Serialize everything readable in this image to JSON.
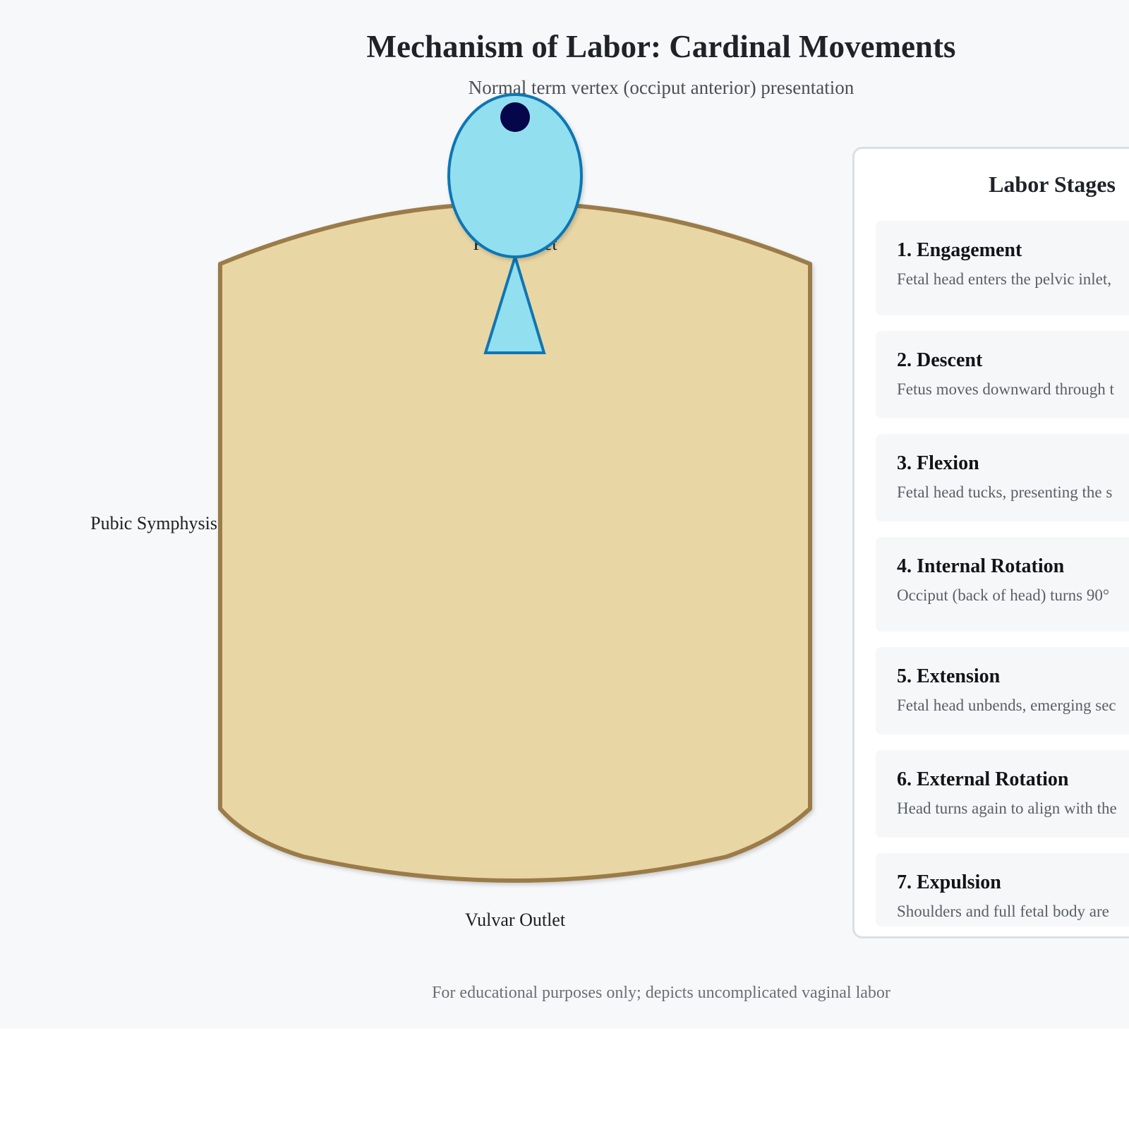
{
  "header": {
    "title": "Mechanism of Labor: Cardinal Movements",
    "subtitle": "Normal term vertex (occiput anterior) presentation"
  },
  "diagram": {
    "labels": {
      "pelvic_inlet": "Pelvic Inlet",
      "pubic_symphysis": "Pubic Symphysis",
      "vulvar_outlet": "Vulvar Outlet"
    },
    "colors": {
      "pelvis_fill": "#e9d6a5",
      "pelvis_stroke": "#9b7b4a",
      "fetus_fill": "#92dff0",
      "fetus_stroke": "#0f76b3",
      "marker_fill": "#06064a"
    }
  },
  "panel": {
    "title": "Labor Stages",
    "stages": [
      {
        "name": "1. Engagement",
        "description": "Fetal head enters the pelvic inlet,"
      },
      {
        "name": "2. Descent",
        "description": "Fetus moves downward through t"
      },
      {
        "name": "3. Flexion",
        "description": "Fetal head tucks, presenting the s"
      },
      {
        "name": "4. Internal Rotation",
        "description": "Occiput (back of head) turns 90°"
      },
      {
        "name": "5. Extension",
        "description": "Fetal head unbends, emerging sec"
      },
      {
        "name": "6. External Rotation",
        "description": "Head turns again to align with the"
      },
      {
        "name": "7. Expulsion",
        "description": "Shoulders and full fetal body are"
      }
    ]
  },
  "footer": {
    "note": "For educational purposes only; depicts uncomplicated vaginal labor"
  }
}
